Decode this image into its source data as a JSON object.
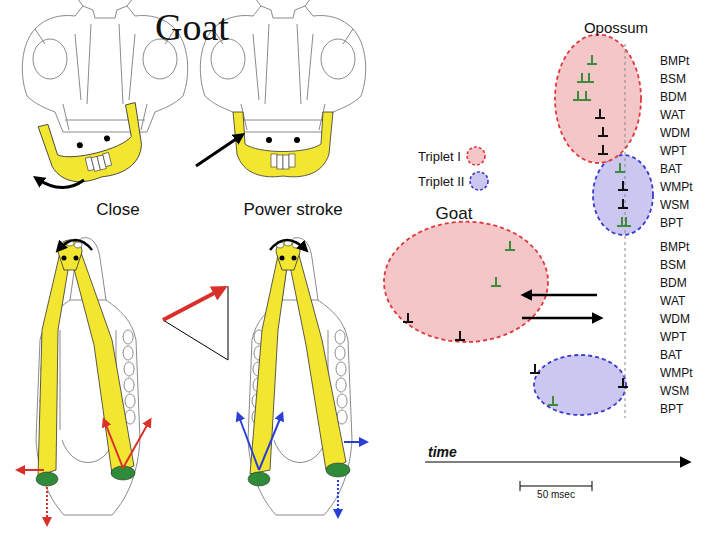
{
  "diagram": {
    "title": "Goat",
    "nodes": [
      {
        "text": [
          "Opossum"
        ]
      },
      {
        "text": [
          "Goat"
        ]
      }
    ],
    "labels": [
      "Close",
      "Power stroke",
      "BMPt",
      "BSM",
      "BDM",
      "WAT",
      "WDM",
      "WPT",
      "BAT",
      "WMPt",
      "WSM",
      "BPT",
      "BMPt",
      "BSM",
      "BDM",
      "WAT",
      "WDM",
      "WPT",
      "BAT",
      "WMPt",
      "WSM",
      "BPT",
      "time",
      "50 msec"
    ],
    "legend": [
      {
        "text": "Triplet I"
      },
      {
        "text": "Triplet II"
      }
    ]
  }
}
